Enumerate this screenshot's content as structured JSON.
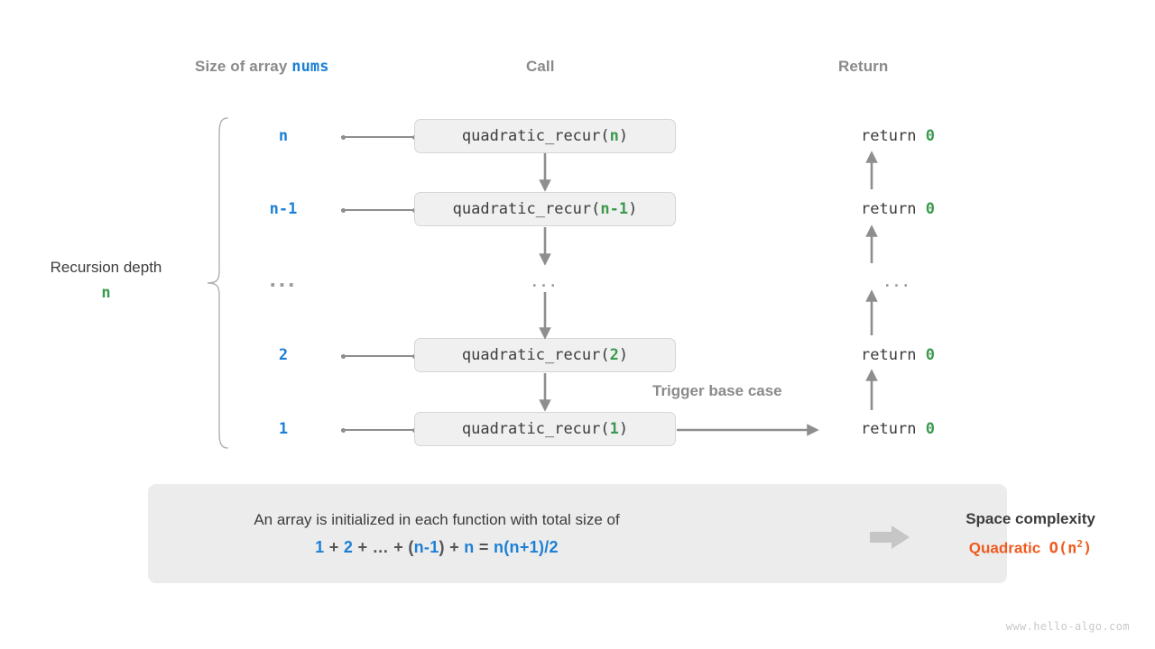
{
  "headers": {
    "size_prefix": "Size of array ",
    "size_var": "nums",
    "call": "Call",
    "return": "Return"
  },
  "left_caption": {
    "title": "Recursion depth",
    "value": "n"
  },
  "rows": [
    {
      "size": "n",
      "call_prefix": "quadratic_recur(",
      "call_arg": "n",
      "call_suffix": ")",
      "return_keyword": "return ",
      "return_value": "0",
      "is_ellipsis": false
    },
    {
      "size": "n-1",
      "call_prefix": "quadratic_recur(",
      "call_arg": "n-1",
      "call_suffix": ")",
      "return_keyword": "return ",
      "return_value": "0",
      "is_ellipsis": false
    },
    {
      "size": "...",
      "call_prefix": "...",
      "call_arg": "",
      "call_suffix": "",
      "return_keyword": "...",
      "return_value": "",
      "is_ellipsis": true
    },
    {
      "size": "2",
      "call_prefix": "quadratic_recur(",
      "call_arg": "2",
      "call_suffix": ")",
      "return_keyword": "return ",
      "return_value": "0",
      "is_ellipsis": false
    },
    {
      "size": "1",
      "call_prefix": "quadratic_recur(",
      "call_arg": "1",
      "call_suffix": ")",
      "return_keyword": "return ",
      "return_value": "0",
      "is_ellipsis": false
    }
  ],
  "trigger_label": "Trigger base case",
  "summary": {
    "sentence": "An array is initialized in each function with total size of",
    "formula_parts": [
      {
        "t": "1",
        "c": "blue"
      },
      {
        "t": " + ",
        "c": "gray"
      },
      {
        "t": "2",
        "c": "blue"
      },
      {
        "t": " + ",
        "c": "gray"
      },
      {
        "t": "…",
        "c": "gray"
      },
      {
        "t": " + ",
        "c": "gray"
      },
      {
        "t": "(",
        "c": "gray"
      },
      {
        "t": "n-1",
        "c": "blue"
      },
      {
        "t": ")",
        "c": "gray"
      },
      {
        "t": " + ",
        "c": "gray"
      },
      {
        "t": "n",
        "c": "blue"
      },
      {
        "t": " = ",
        "c": "gray"
      },
      {
        "t": "n(n+1)/2",
        "c": "blue"
      }
    ],
    "complexity_title": "Space complexity",
    "complexity_word": "Quadratic",
    "complexity_bigo_prefix": "O(n",
    "complexity_bigo_exp": "2",
    "complexity_bigo_suffix": ")"
  },
  "watermark": "www.hello-algo.com",
  "colors": {
    "blue": "#1d80d6",
    "green": "#3c9a4e",
    "orange": "#ef5b1f",
    "gray_text": "#8a8a8a",
    "dark_text": "#3c3c3c",
    "box_fill": "#f0f0f0",
    "panel_fill": "#ececec",
    "arrow": "#8e8e8e"
  }
}
